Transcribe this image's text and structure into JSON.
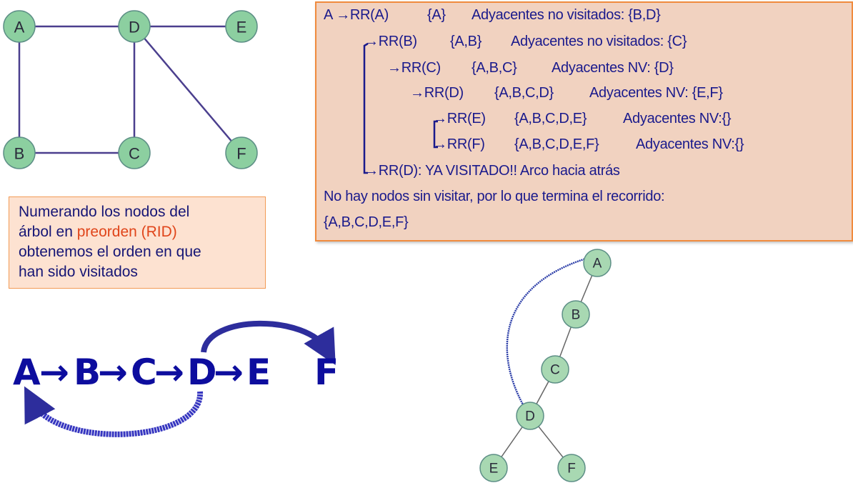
{
  "graph": {
    "nodes": [
      "A",
      "B",
      "C",
      "D",
      "E",
      "F"
    ]
  },
  "trace": {
    "lines": [
      {
        "call": "A →RR(A)",
        "set": "{A}",
        "adj": "Adyacentes no visitados: {B,D}"
      },
      {
        "call": "→RR(B)",
        "set": "{A,B}",
        "adj": "Adyacentes no visitados: {C}"
      },
      {
        "call": "→RR(C)",
        "set": "{A,B,C}",
        "adj": "Adyacentes NV: {D}"
      },
      {
        "call": "→RR(D)",
        "set": "{A,B,C,D}",
        "adj": "Adyacentes NV: {E,F}"
      },
      {
        "call": "→RR(E)",
        "set": "{A,B,C,D,E}",
        "adj": "Adyacentes NV:{}"
      },
      {
        "call": "→RR(F)",
        "set": "{A,B,C,D,E,F}",
        "adj": "Adyacentes NV:{}"
      }
    ],
    "back_edge": "→RR(D): YA VISITADO!! Arco hacia atrás",
    "end_text": "No hay nodos sin visitar, por lo que termina el recorrido:",
    "result": "{A,B,C,D,E,F}"
  },
  "note": {
    "line1": "Numerando los nodos del",
    "line2_pre": "árbol en ",
    "line2_highlight": "preorden (RID)",
    "line3": "obtenemos el orden en que",
    "line4": "han sido visitados",
    "highlight_color": "#e0451a"
  },
  "sequence": {
    "items": [
      "A",
      "→",
      "B",
      "→",
      "C",
      "→",
      "D",
      "→",
      "E",
      "F"
    ]
  },
  "tree": {
    "nodes": [
      "A",
      "B",
      "C",
      "D",
      "E",
      "F"
    ]
  },
  "colors": {
    "node_fill": "#8ccfa0",
    "edge": "#4b3f8e",
    "text": "#1a1a8c"
  }
}
